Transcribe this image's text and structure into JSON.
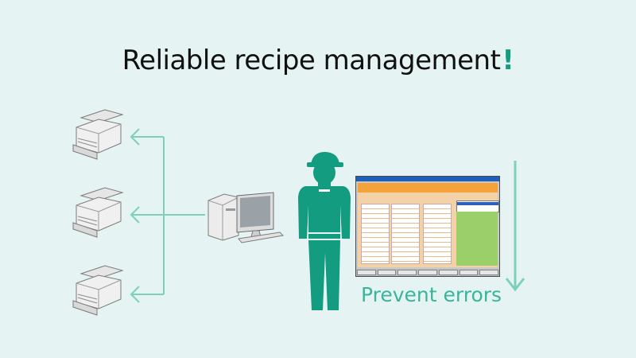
{
  "title": "Reliable recipe management",
  "title_mark": "!",
  "caption": "Prevent errors",
  "colors": {
    "background": "#e5f4f2",
    "accent": "#139c80",
    "line": "#7fcfbd",
    "caption": "#3bb49c"
  },
  "icons": [
    "printer-icon",
    "printer-icon",
    "printer-icon",
    "desktop-computer-icon",
    "worker-icon",
    "master-screen-window",
    "down-arrow-icon"
  ]
}
